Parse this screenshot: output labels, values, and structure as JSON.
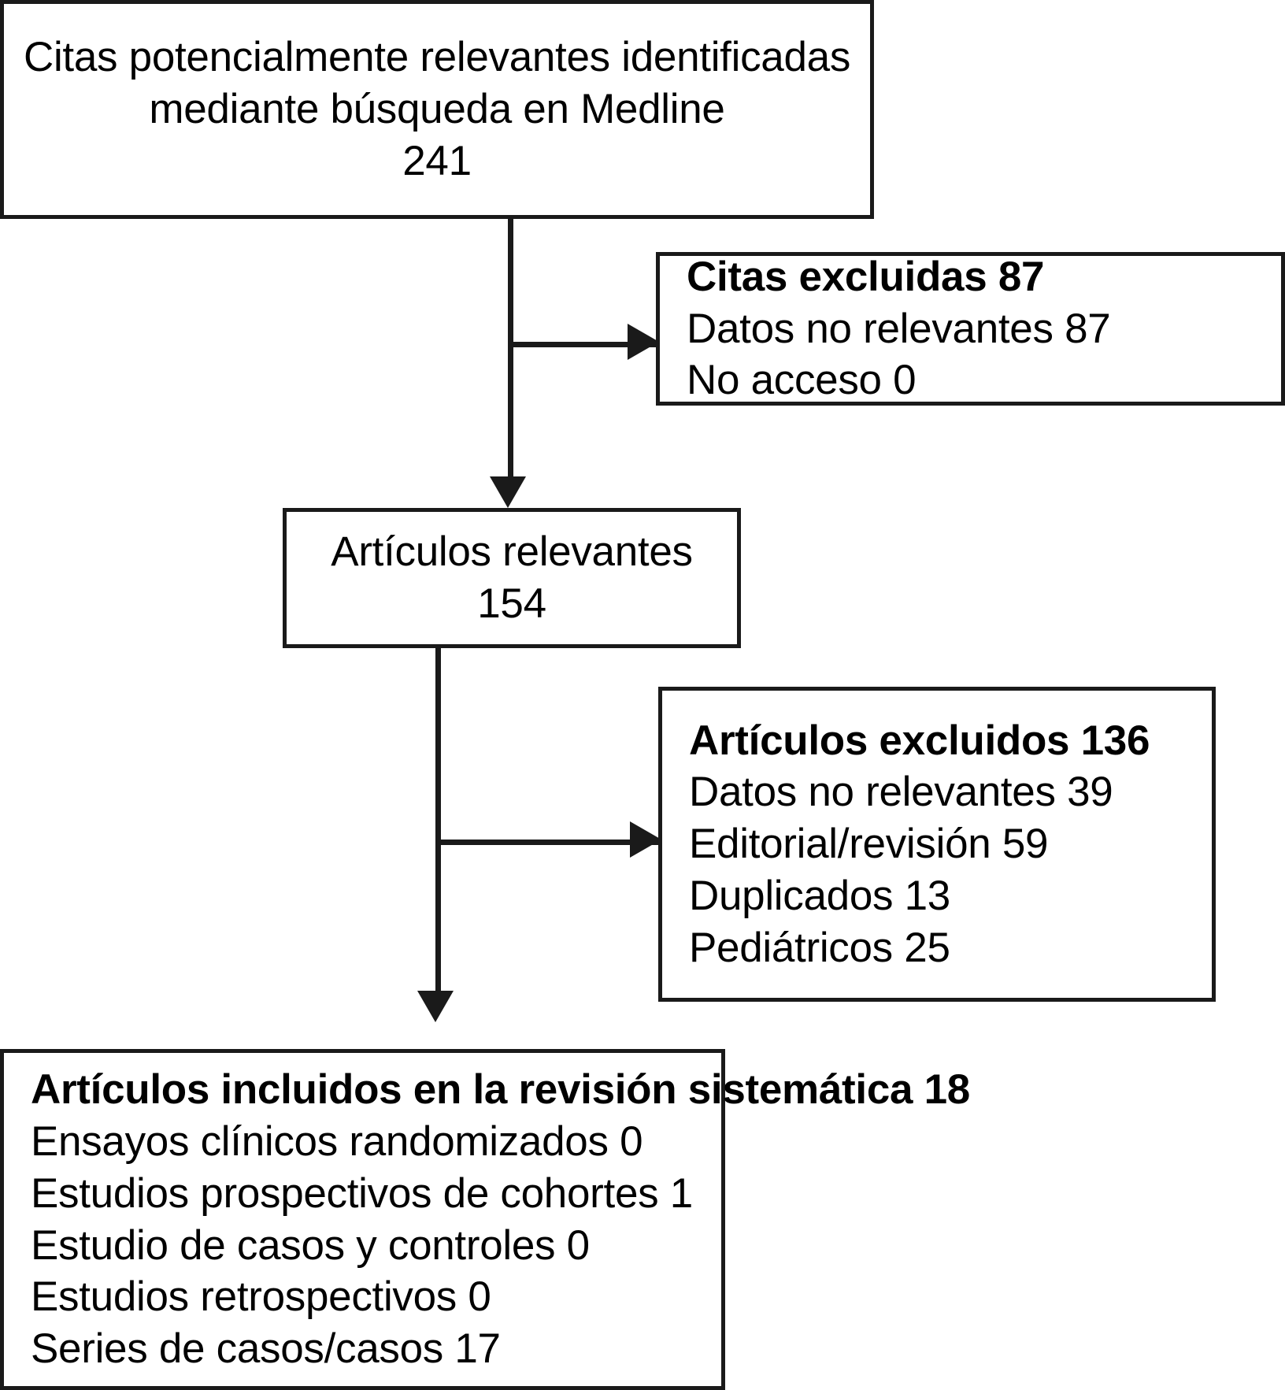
{
  "diagram": {
    "type": "prisma-flow-diagram",
    "language": "es",
    "boxes": {
      "sources": {
        "name": "citas-potencialmente-relevantes",
        "lines": [
          {
            "text": "Citas potencialmente relevantes identificadas",
            "bold": false
          },
          {
            "text": "mediante búsqueda en Medline",
            "bold": false
          },
          {
            "text": "241",
            "bold": false
          }
        ],
        "count": 241
      },
      "excluded_citations": {
        "name": "citas-excluidas",
        "lines": [
          {
            "text": "Citas excluidas 87",
            "bold": true
          },
          {
            "text": "Datos no relevantes 87",
            "bold": false
          },
          {
            "text": "No acceso 0",
            "bold": false
          }
        ],
        "count": 87
      },
      "relevant": {
        "name": "articulos-relevantes",
        "lines": [
          {
            "text": "Artículos relevantes",
            "bold": false
          },
          {
            "text": "154",
            "bold": false
          }
        ],
        "count": 154
      },
      "excluded_articles": {
        "name": "articulos-excluidos",
        "lines": [
          {
            "text": "Artículos excluidos 136",
            "bold": true
          },
          {
            "text": "Datos no relevantes 39",
            "bold": false
          },
          {
            "text": "Editorial/revisión 59",
            "bold": false
          },
          {
            "text": "Duplicados 13",
            "bold": false
          },
          {
            "text": "Pediátricos 25",
            "bold": false
          }
        ],
        "count": 136
      },
      "included": {
        "name": "articulos-incluidos",
        "lines": [
          {
            "text": "Artículos incluidos en la revisión sistemática 18",
            "bold": true
          },
          {
            "text": "Ensayos clínicos randomizados 0",
            "bold": false
          },
          {
            "text": "Estudios prospectivos de cohortes 1",
            "bold": false
          },
          {
            "text": "Estudio de casos y controles 0",
            "bold": false
          },
          {
            "text": "Estudios retrospectivos 0",
            "bold": false
          },
          {
            "text": "Series de casos/casos 17",
            "bold": false
          }
        ],
        "count": 18
      }
    },
    "colors": {
      "stroke": "#1a1a1a",
      "background": "#ffffff",
      "text": "#000000"
    }
  }
}
